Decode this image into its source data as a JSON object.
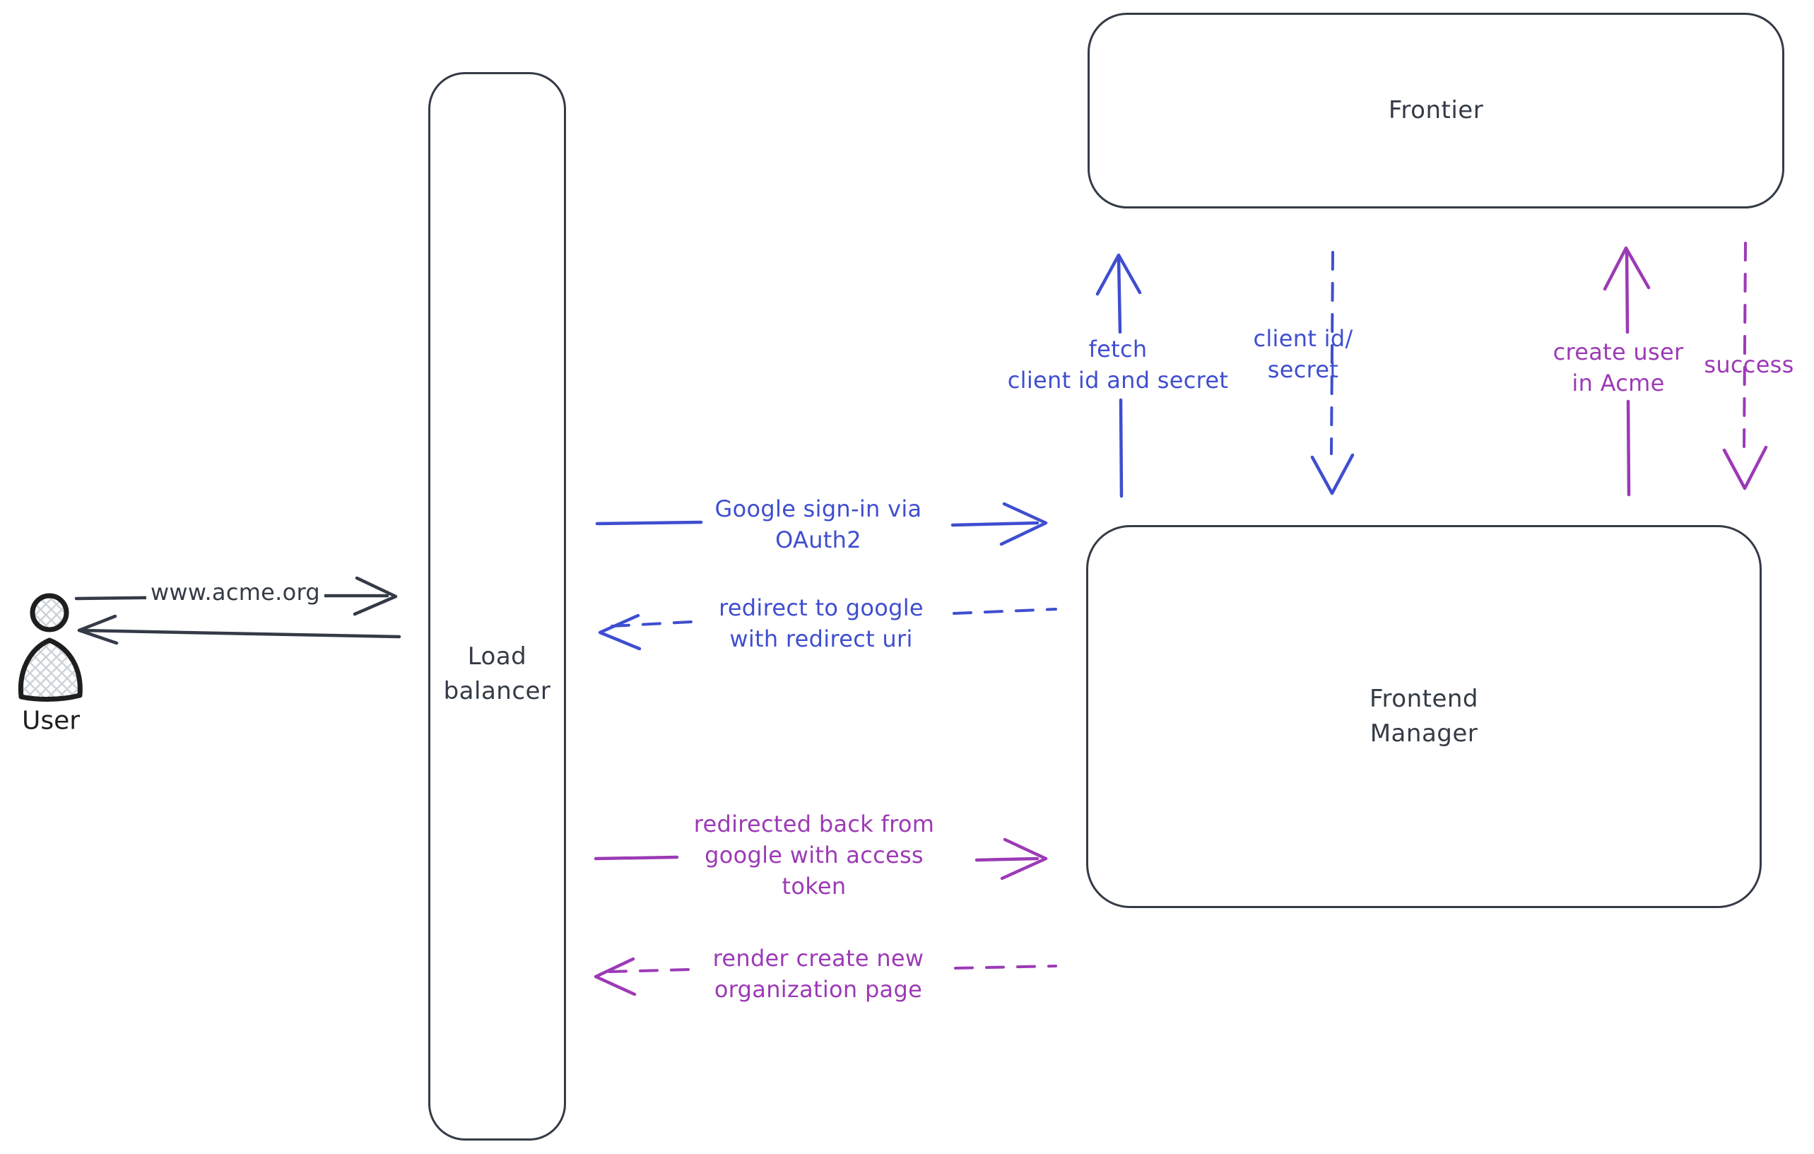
{
  "diagram": {
    "colors": {
      "box_stroke": "#343b46",
      "blue_accent": "#3f4ecf",
      "purple_accent": "#9c3ab6",
      "person_outline": "#1e1e1e",
      "person_hatch_fill": "#ccd3da",
      "background": "#ffffff"
    },
    "nodes": {
      "user": {
        "label": "User"
      },
      "load_balancer": {
        "label": "Load\nbalancer"
      },
      "frontier": {
        "label": "Frontier"
      },
      "frontend_manager": {
        "label": "Frontend\nManager"
      }
    },
    "edges": {
      "www_acme": {
        "label": "www.acme.org",
        "style": "solid",
        "color": "#343b46",
        "direction": "right"
      },
      "return_to_user": {
        "label": "",
        "style": "solid",
        "color": "#343b46",
        "direction": "left"
      },
      "google_signin": {
        "label": "Google sign-in via\nOAuth2",
        "style": "solid",
        "color": "#3f4ecf",
        "direction": "right"
      },
      "redirect_to_google": {
        "label": "redirect to google\nwith redirect uri",
        "style": "dashed",
        "color": "#3f4ecf",
        "direction": "left"
      },
      "redirected_back": {
        "label": "redirected back from\ngoogle with access\ntoken",
        "style": "solid",
        "color": "#9c3ab6",
        "direction": "right"
      },
      "render_create_org": {
        "label": "render create new\norganization page",
        "style": "dashed",
        "color": "#9c3ab6",
        "direction": "left"
      },
      "fetch_client": {
        "label": "fetch\nclient id and secret",
        "style": "solid",
        "color": "#3f4ecf",
        "direction": "up"
      },
      "client_id_secret": {
        "label": "client id/\nsecret",
        "style": "dashed",
        "color": "#3f4ecf",
        "direction": "down"
      },
      "create_user": {
        "label": "create user\nin Acme",
        "style": "solid",
        "color": "#9c3ab6",
        "direction": "up"
      },
      "success": {
        "label": "success",
        "style": "dashed",
        "color": "#9c3ab6",
        "direction": "down"
      }
    }
  }
}
